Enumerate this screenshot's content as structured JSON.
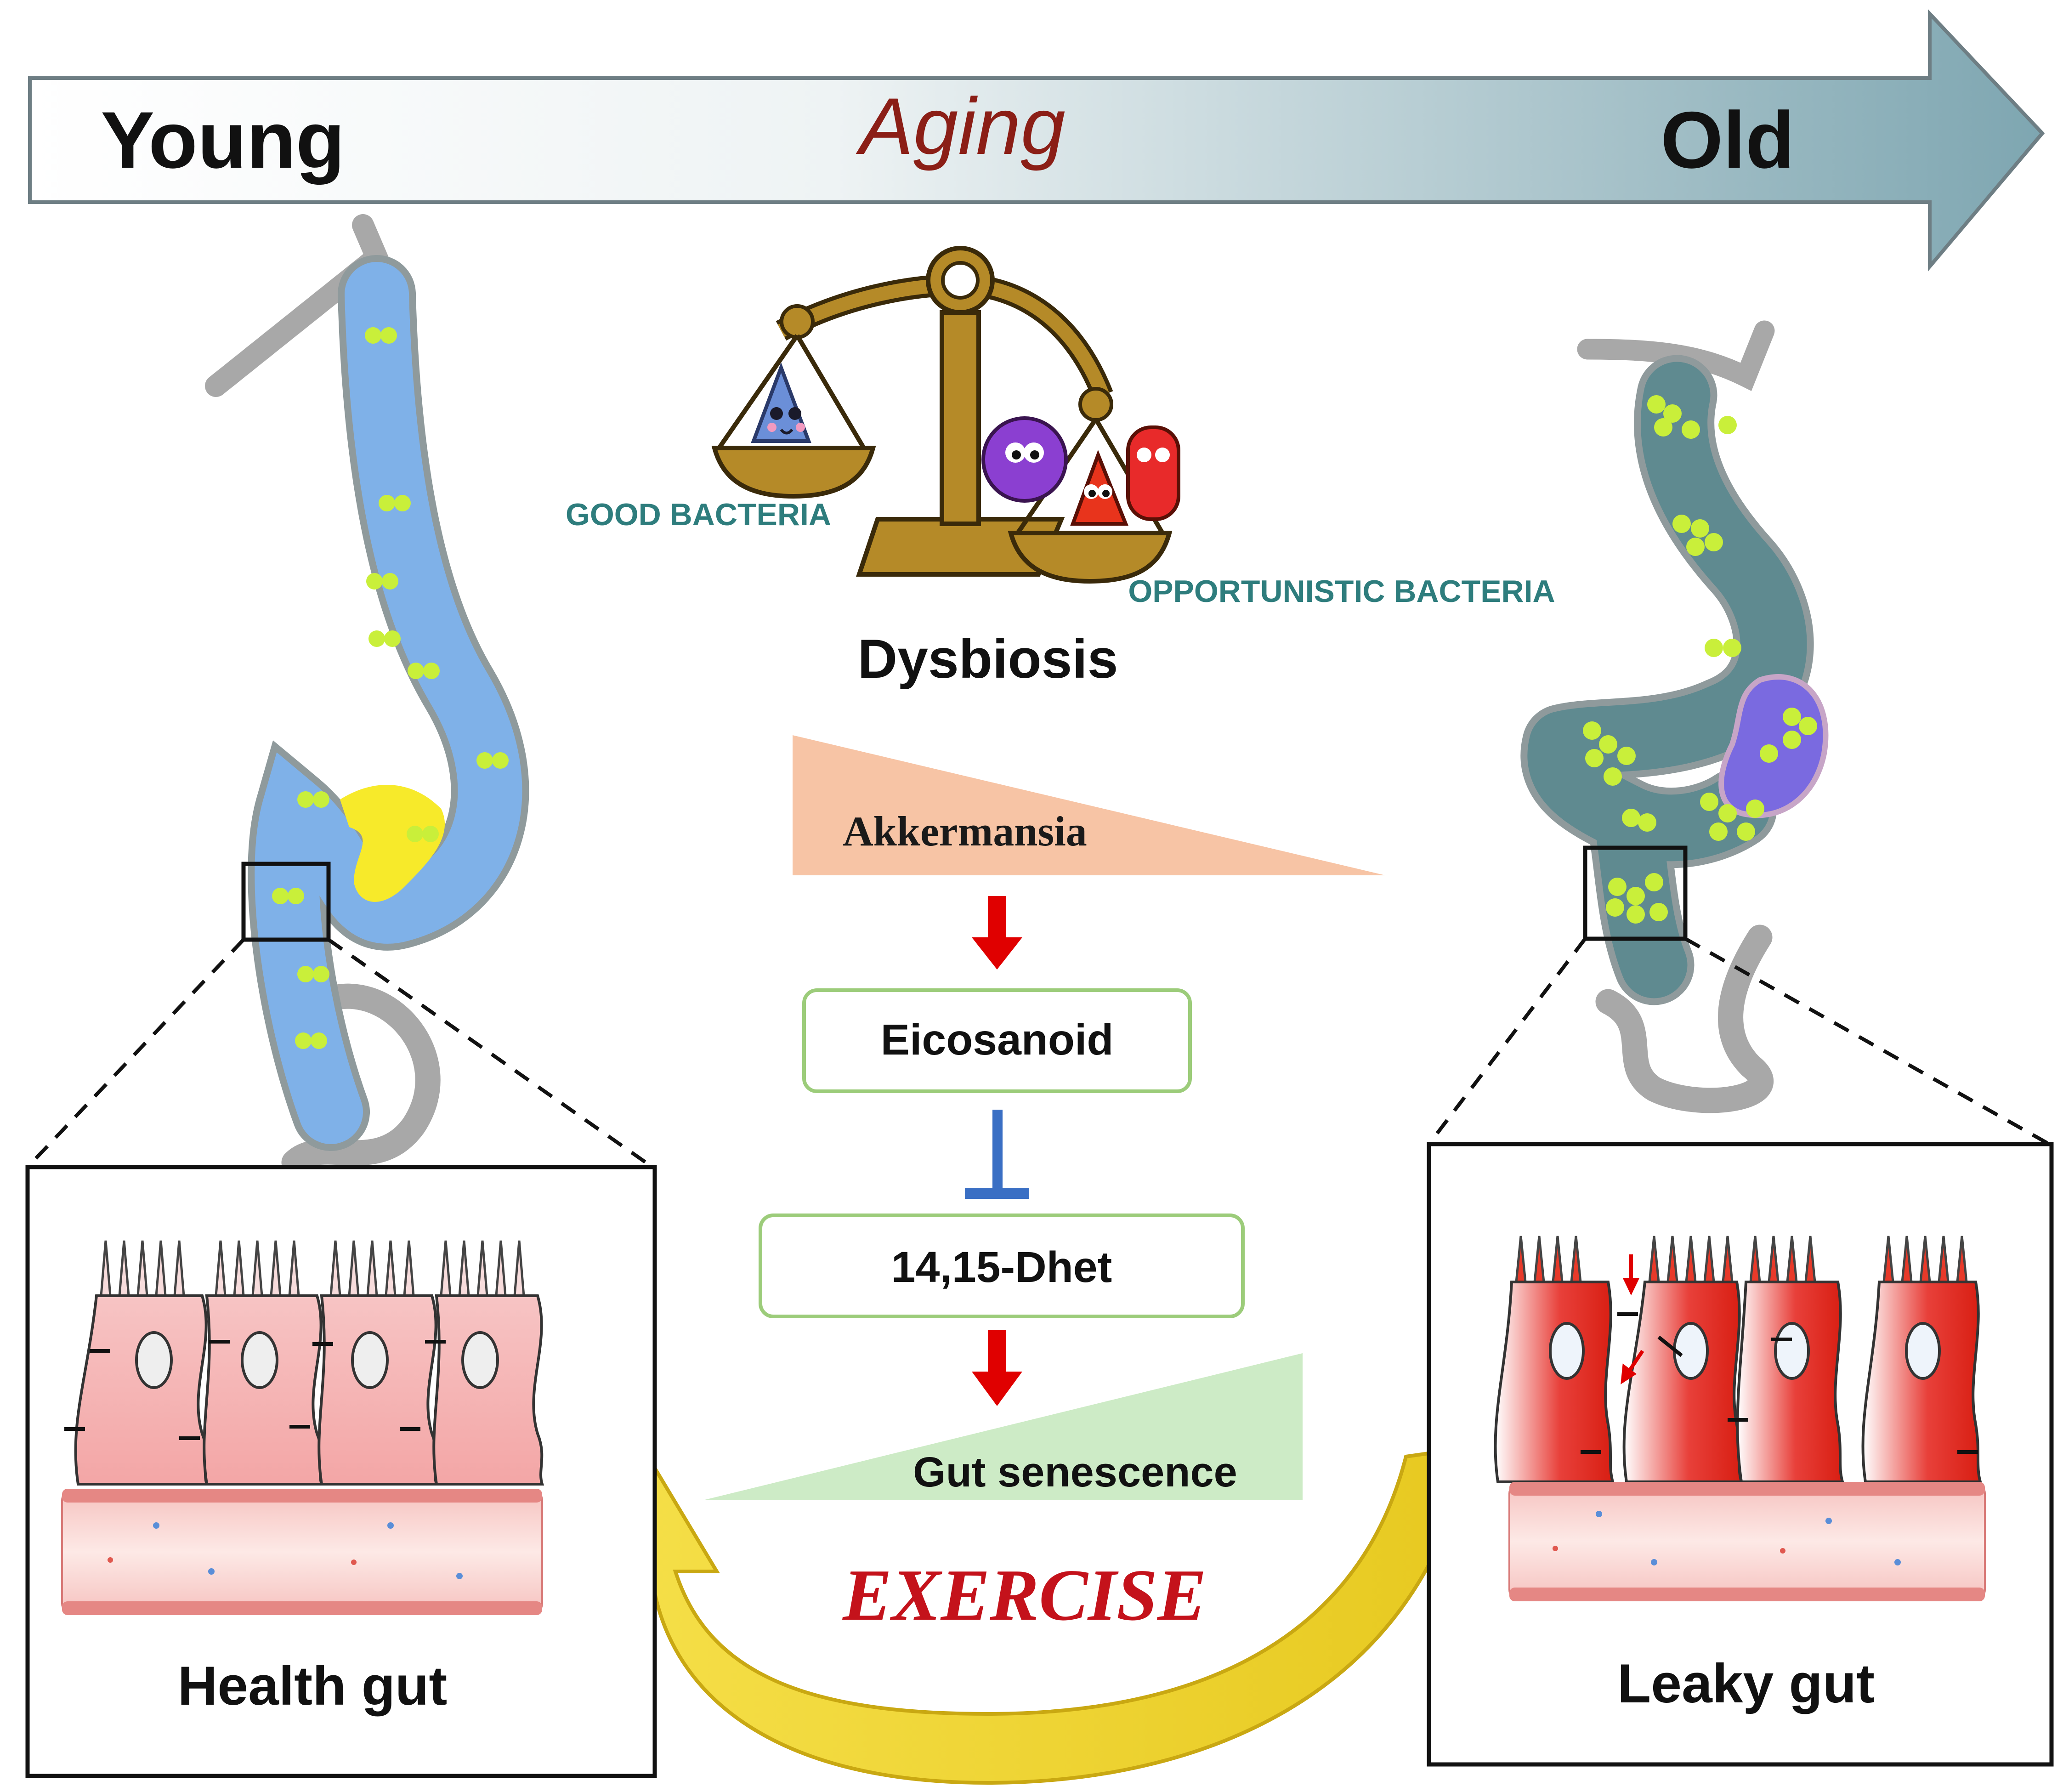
{
  "aging_arrow": {
    "start_label": "Young",
    "middle_label": "Aging",
    "end_label": "Old"
  },
  "balance": {
    "left_label": "GOOD BACTERIA",
    "right_label": "OPPORTUNISTIC BACTERIA",
    "caption": "Dysbiosis"
  },
  "pathway": {
    "akkermansia": "Akkermansia",
    "eicosanoid": "Eicosanoid",
    "dhet": "14,15-Dhet",
    "senescence": "Gut senescence"
  },
  "intervention": "EXERCISE",
  "panels": {
    "left_caption": "Health gut",
    "right_caption": "Leaky gut"
  },
  "colors": {
    "aging_text": "#8b1e16",
    "teal_text": "#2e7d7d",
    "young_gut": "#7fb1e8",
    "old_gut": "#5f8a90",
    "bacteria": "#c9ef3a",
    "akkermansia_wedge": "#f7c4a5",
    "senescence_wedge": "#cdebc6",
    "promote_arrow": "#e00000",
    "inhibit_bar": "#3a6fc4",
    "box_border": "#9ccc7a",
    "exercise_text": "#c4121b",
    "exercise_arrow": "#f2dc2c"
  }
}
